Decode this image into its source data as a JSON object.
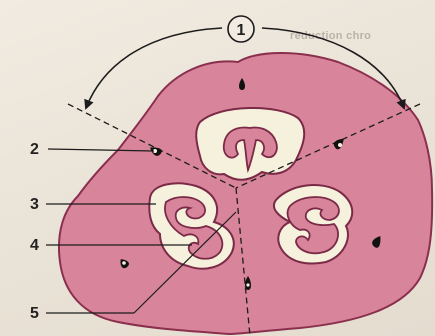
{
  "background_text": "reduction chro",
  "labels": {
    "l1": "1",
    "l2": "2",
    "l3": "3",
    "l4": "4",
    "l5": "5"
  },
  "colors": {
    "lobe_fill": "#d8849b",
    "lobe_outline": "#8a2f4e",
    "locule_fill": "#f6f1dc",
    "line": "#1c1c1c",
    "paper": "#ece6dc"
  },
  "icons": {
    "dehiscence_marker": "black-teardrop"
  }
}
